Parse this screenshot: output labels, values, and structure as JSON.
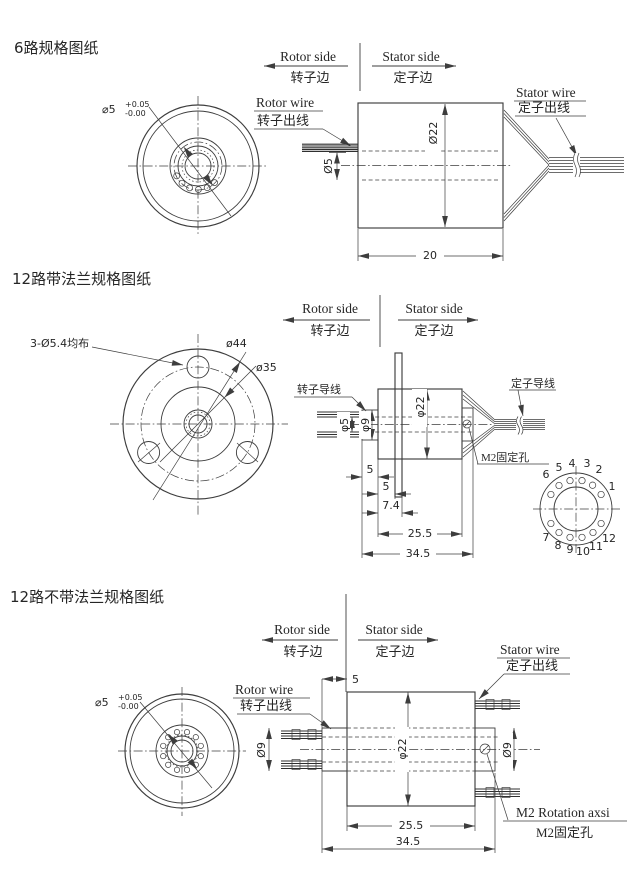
{
  "s1": {
    "title": "6路规格图纸",
    "bore": "⌀5",
    "bore_tol_plus": "+0.05",
    "bore_tol_minus": "-0.00",
    "rotor_side_en": "Rotor side",
    "rotor_side_cn": "转子边",
    "stator_side_en": "Stator side",
    "stator_side_cn": "定子边",
    "rotor_wire_en": "Rotor wire",
    "rotor_wire_cn": "转子出线",
    "stator_wire_en": "Stator wire",
    "stator_wire_cn": "定子出线",
    "dim_body": "Ø22",
    "dim_shaft": "Ø5",
    "dim_length": "20"
  },
  "s2": {
    "title": "12路带法兰规格图纸",
    "holes_label": "3-Ø5.4均布",
    "flange_dia": "ø44",
    "bolt_circle_dia": "ø35",
    "rotor_side_en": "Rotor side",
    "rotor_side_cn": "转子边",
    "stator_side_en": "Stator side",
    "stator_side_cn": "定子边",
    "rotor_lead": "转子导线",
    "stator_lead": "定子导线",
    "m2_hole": "M2固定孔",
    "dim_bore": "φ5",
    "dim_collar": "φ9",
    "dim_body": "φ22",
    "dim_5a": "5",
    "dim_5b": "5",
    "dim_74": "7.4",
    "dim_255": "25.5",
    "dim_345": "34.5",
    "pins": [
      "1",
      "2",
      "3",
      "4",
      "5",
      "6",
      "7",
      "8",
      "9",
      "10",
      "11",
      "12"
    ]
  },
  "s3": {
    "title": "12路不带法兰规格图纸",
    "bore": "⌀5",
    "bore_tol_plus": "+0.05",
    "bore_tol_minus": "-0.00",
    "rotor_side_en": "Rotor side",
    "rotor_side_cn": "转子边",
    "stator_side_en": "Stator side",
    "stator_side_cn": "定子边",
    "rotor_wire_en": "Rotor wire",
    "rotor_wire_cn": "转子出线",
    "stator_wire_en": "Stator wire",
    "stator_wire_cn": "定子出线",
    "m2_en": "M2 Rotation axsi",
    "m2_cn": "M2固定孔",
    "dim_5": "5",
    "dim_body": "φ22",
    "dim_shaft_left": "Ø9",
    "dim_shaft_right": "Ø9",
    "dim_255": "25.5",
    "dim_345": "34.5"
  }
}
